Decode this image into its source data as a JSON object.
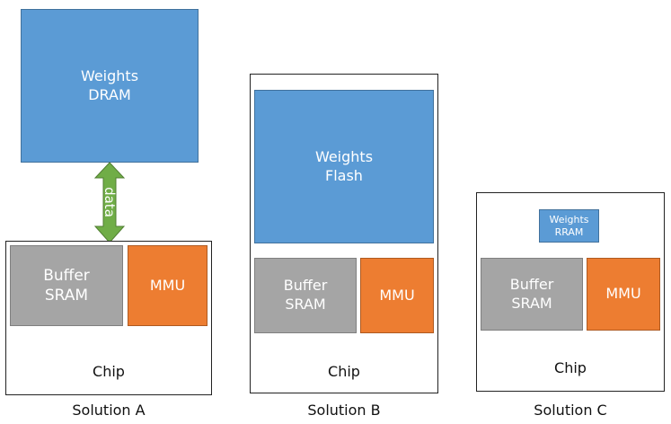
{
  "solution_a": {
    "weights_block": "Weights\nDRAM",
    "arrow_label": "data",
    "buffer_block": "Buffer\nSRAM",
    "mmu_block": "MMU",
    "chip_label": "Chip",
    "caption": "Solution A"
  },
  "solution_b": {
    "weights_block": "Weights\nFlash",
    "buffer_block": "Buffer\nSRAM",
    "mmu_block": "MMU",
    "chip_label": "Chip",
    "caption": "Solution B"
  },
  "solution_c": {
    "weights_block": "Weights\nRRAM",
    "buffer_block": "Buffer\nSRAM",
    "mmu_block": "MMU",
    "chip_label": "Chip",
    "caption": "Solution C"
  },
  "colors": {
    "weights": "#5b9bd5",
    "buffer": "#a5a5a5",
    "mmu": "#ed7d31",
    "data_arrow": "#70ad47"
  }
}
